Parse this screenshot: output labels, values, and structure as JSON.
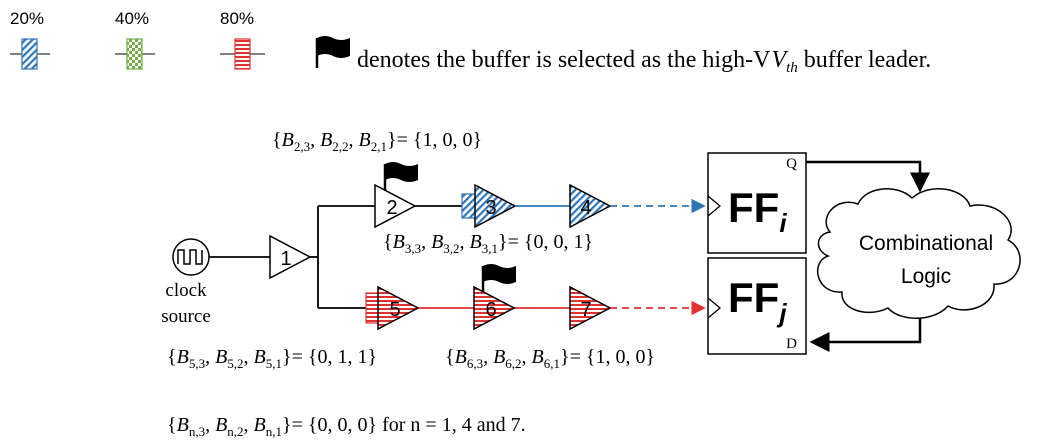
{
  "legend": {
    "items": [
      {
        "label": "20%",
        "pattern": "diagonal-stripes",
        "color": "#2e75b6"
      },
      {
        "label": "40%",
        "pattern": "checkerboard",
        "color": "#70ad47"
      },
      {
        "label": "80%",
        "pattern": "horizontal-stripes",
        "color": "#e03030"
      }
    ],
    "flag_icon": "flag-icon",
    "flag_note": "denotes the buffer is selected as the high-V",
    "flag_note_sub": "th",
    "flag_note_end": " buffer leader."
  },
  "equations": {
    "b2_open": "{",
    "b2_vars": [
      [
        "B",
        "2,3"
      ],
      [
        "B",
        "2,2"
      ],
      [
        "B",
        "2,1"
      ]
    ],
    "b2_value": "}= {1, 0, 0}",
    "b3_open": "{",
    "b3_vars": [
      [
        "B",
        "3,3"
      ],
      [
        "B",
        "3,2"
      ],
      [
        "B",
        "3,1"
      ]
    ],
    "b3_value": "}= {0, 0, 1}",
    "b5_open": "{",
    "b5_vars": [
      [
        "B",
        "5,3"
      ],
      [
        "B",
        "5,2"
      ],
      [
        "B",
        "5,1"
      ]
    ],
    "b5_value": "}= {0, 1, 1}",
    "b6_open": "{",
    "b6_vars": [
      [
        "B",
        "6,3"
      ],
      [
        "B",
        "6,2"
      ],
      [
        "B",
        "6,1"
      ]
    ],
    "b6_value": "}= {1, 0, 0}",
    "bn_open": "{",
    "bn_vars": [
      [
        "B",
        "n,3"
      ],
      [
        "B",
        "n,2"
      ],
      [
        "B",
        "n,1"
      ]
    ],
    "bn_value": "}= {0, 0, 0} for n = 1, 4 and 7."
  },
  "clock": {
    "label_line1": "clock",
    "label_line2": "source"
  },
  "buffers": [
    {
      "id": "1",
      "pattern": "none"
    },
    {
      "id": "2",
      "pattern": "none",
      "leader": true
    },
    {
      "id": "3",
      "pattern": "diagonal-stripes"
    },
    {
      "id": "4",
      "pattern": "diagonal-stripes"
    },
    {
      "id": "5",
      "pattern": "horizontal-stripes"
    },
    {
      "id": "6",
      "pattern": "horizontal-stripes",
      "leader": true
    },
    {
      "id": "7",
      "pattern": "horizontal-stripes"
    }
  ],
  "ff_i": {
    "main": "FF",
    "sub": "i",
    "q": "Q"
  },
  "ff_j": {
    "main": "FF",
    "sub": "j",
    "d": "D"
  },
  "logic": {
    "line1": "Combinational",
    "line2": "Logic"
  },
  "colors": {
    "blue_wire": "#2e75b6",
    "red_wire": "#e03030",
    "black": "#000000"
  }
}
